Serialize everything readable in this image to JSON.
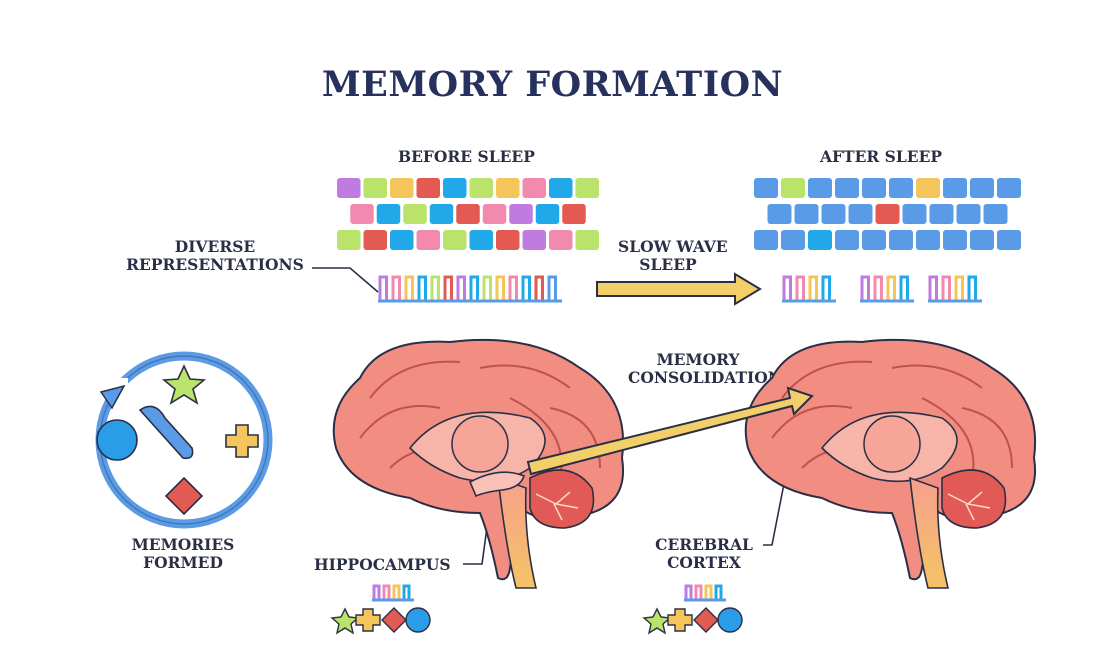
{
  "title": "MEMORY FORMATION",
  "labels": {
    "before_sleep": "BEFORE SLEEP",
    "after_sleep": "AFTER SLEEP",
    "diverse_1": "DIVERSE",
    "diverse_2": "REPRESENTATIONS",
    "slow_wave_1": "SLOW WAVE",
    "slow_wave_2": "SLEEP",
    "memory_cons_1": "MEMORY",
    "memory_cons_2": "CONSOLIDATION",
    "memories_1": "MEMORIES",
    "memories_2": "FORMED",
    "hippocampus": "HIPPOCAMPUS",
    "cortex_1": "CEREBRAL",
    "cortex_2": "CORTEX"
  },
  "colors": {
    "title": "#27315e",
    "blue": "#5a9be8",
    "green": "#b9e36a",
    "yellow": "#f4c55a",
    "red": "#e35a52",
    "pink": "#f28ab0",
    "purple": "#c07be0",
    "cyan": "#21a8e8",
    "brain": "#f08a80",
    "brain_light": "#f7b4a8",
    "arrow": "#f3cf6a"
  },
  "grids": {
    "before": [
      [
        "purple",
        "green",
        "yellow",
        "red",
        "cyan",
        "green",
        "yellow",
        "pink",
        "cyan",
        "green"
      ],
      [
        "pink",
        "cyan",
        "green",
        "cyan",
        "red",
        "pink",
        "purple",
        "cyan",
        "red"
      ],
      [
        "green",
        "red",
        "cyan",
        "pink",
        "green",
        "cyan",
        "red",
        "purple",
        "pink",
        "green"
      ]
    ],
    "after": [
      [
        "blue",
        "green",
        "blue",
        "blue",
        "blue",
        "blue",
        "yellow",
        "blue",
        "blue",
        "blue"
      ],
      [
        "blue",
        "blue",
        "blue",
        "blue",
        "red",
        "blue",
        "blue",
        "blue",
        "blue"
      ],
      [
        "blue",
        "blue",
        "cyan",
        "blue",
        "blue",
        "blue",
        "blue",
        "blue",
        "blue",
        "blue"
      ]
    ]
  },
  "icons": [
    "star-icon",
    "cross-icon",
    "diamond-icon",
    "circle-icon"
  ]
}
